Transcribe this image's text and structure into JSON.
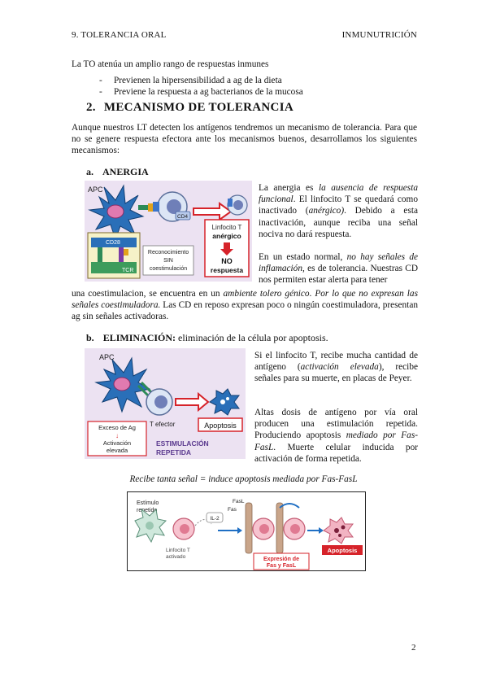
{
  "header": {
    "left": "9. TOLERANCIA ORAL",
    "right": "INMUNUTRICIÓN"
  },
  "intro": "La TO atenúa un amplio rango de respuestas inmunes",
  "bullets": [
    "Previenen la hipersensibilidad a ag de la dieta",
    "Previene la respuesta a ag bacterianos de la mucosa"
  ],
  "section": {
    "number": "2.",
    "title": "MECANISMO DE TOLERANCIA"
  },
  "section_text": "Aunque nuestros LT detecten los antígenos tendremos un mecanismo de tolerancia. Para que no se genere respuesta efectora ante los mecanismos buenos, desarrollamos los siguientes mecanismos:",
  "anergia": {
    "label": "a.",
    "title": "ANERGIA",
    "p1": [
      {
        "t": "La anergia es "
      },
      {
        "t": "la ausencia de respuesta funcional",
        "i": true
      },
      {
        "t": ". El linfocito T se quedará como inactivado ("
      },
      {
        "t": "anérgico)",
        "i": true
      },
      {
        "t": ". Debido a esta inactivación, aunque reciba una señal nociva no dará respuesta."
      }
    ],
    "p2": [
      {
        "t": "En un estado normal, "
      },
      {
        "t": "no hay señales de inflamación",
        "i": true
      },
      {
        "t": ", es de tolerancia. Nuestras CD nos permiten estar alerta para tener"
      }
    ],
    "p3": [
      {
        "t": "una coestimulacion, se encuentra en un "
      },
      {
        "t": "ambiente tolero génico",
        "i": true
      },
      {
        "t": ". "
      },
      {
        "t": "Por lo que no expresan las señales coestimuladora.",
        "i": true
      },
      {
        "t": " Las CD en reposo expresan poco o ningún coestimuladora, presentan ag sin señales activadoras."
      }
    ],
    "figure": {
      "apc": "APC",
      "cd4": "CD4",
      "cd28": "CD28",
      "tcr": "TCR",
      "lt_line1": "Linfocito T",
      "lt_line2": "anérgico",
      "no_line1": "NO",
      "no_line2": "respuesta",
      "rec_line1": "Reconocimiento",
      "rec_line2": "SIN",
      "rec_line3": "coestimulación"
    }
  },
  "eliminacion": {
    "label": "b.",
    "title": "ELIMINACIÓN:",
    "title_rest": " eliminación de la célula por apoptosis.",
    "p1": [
      {
        "t": "Si el linfocito T, recibe mucha cantidad de antígeno ("
      },
      {
        "t": "activación elevada",
        "i": true
      },
      {
        "t": "), recibe señales para su muerte, en placas de Peyer."
      }
    ],
    "p2": [
      {
        "t": "Altas dosis de antígeno por vía oral producen una estimulación repetida. Produciendo apoptosis "
      },
      {
        "t": "mediado por Fas-FasL",
        "i": true
      },
      {
        "t": ". Muerte celular inducida por activación de forma repetida."
      }
    ],
    "figure": {
      "apc": "APC",
      "tefector": "T efector",
      "apoptosis": "Apoptosis",
      "exceso_line1": "Exceso de Ag",
      "exceso_arrow": "↓",
      "exceso_line2": "Activación",
      "exceso_line3": "elevada",
      "estim_line1": "ESTIMULACIÓN",
      "estim_line2": "REPETIDA"
    },
    "caption": "Recibe tanta señal = induce apoptosis mediada por Fas-FasL",
    "figure2": {
      "estimulo_line1": "Estímulo",
      "estimulo_line2": "repetido",
      "il2": "IL-2",
      "fasl": "FasL",
      "fas": "Fas",
      "lt_line1": "Linfocito T",
      "lt_line2": "activado",
      "apoptosis": "Apoptosis",
      "expr_line1": "Expresión de",
      "expr_line2": "Fas y FasL"
    }
  },
  "page_number": "2"
}
